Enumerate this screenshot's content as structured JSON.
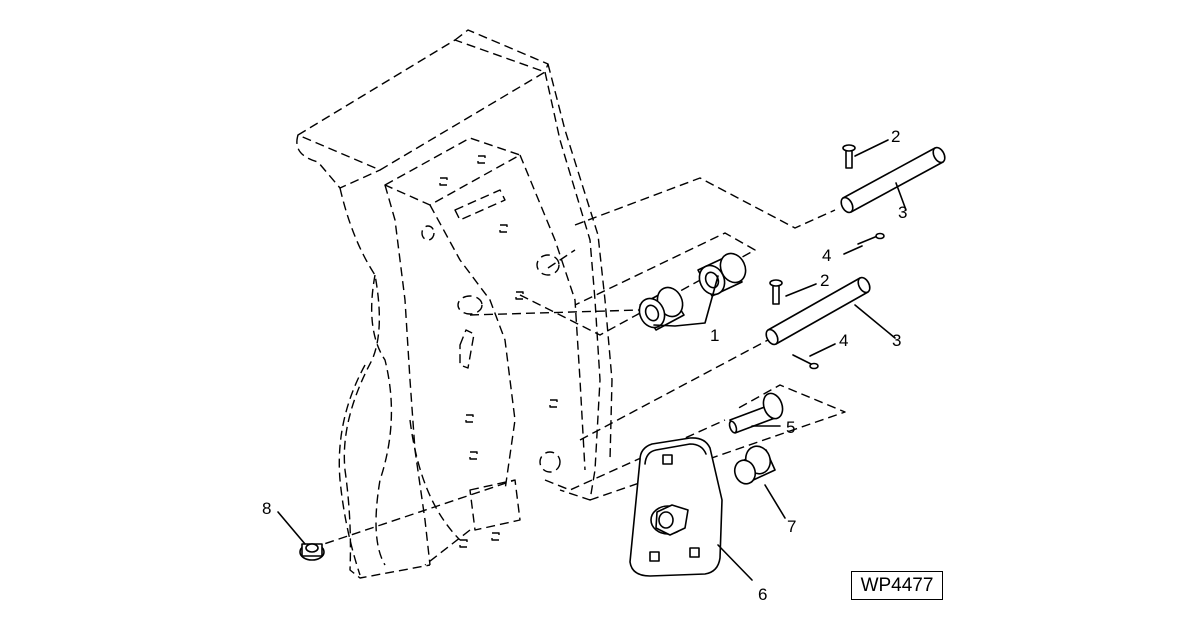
{
  "callouts": {
    "c1": "1",
    "c2a": "2",
    "c2b": "2",
    "c3a": "3",
    "c3b": "3",
    "c4a": "4",
    "c4b": "4",
    "c5": "5",
    "c6": "6",
    "c7": "7",
    "c8": "8"
  },
  "figure_id": "WP4477"
}
